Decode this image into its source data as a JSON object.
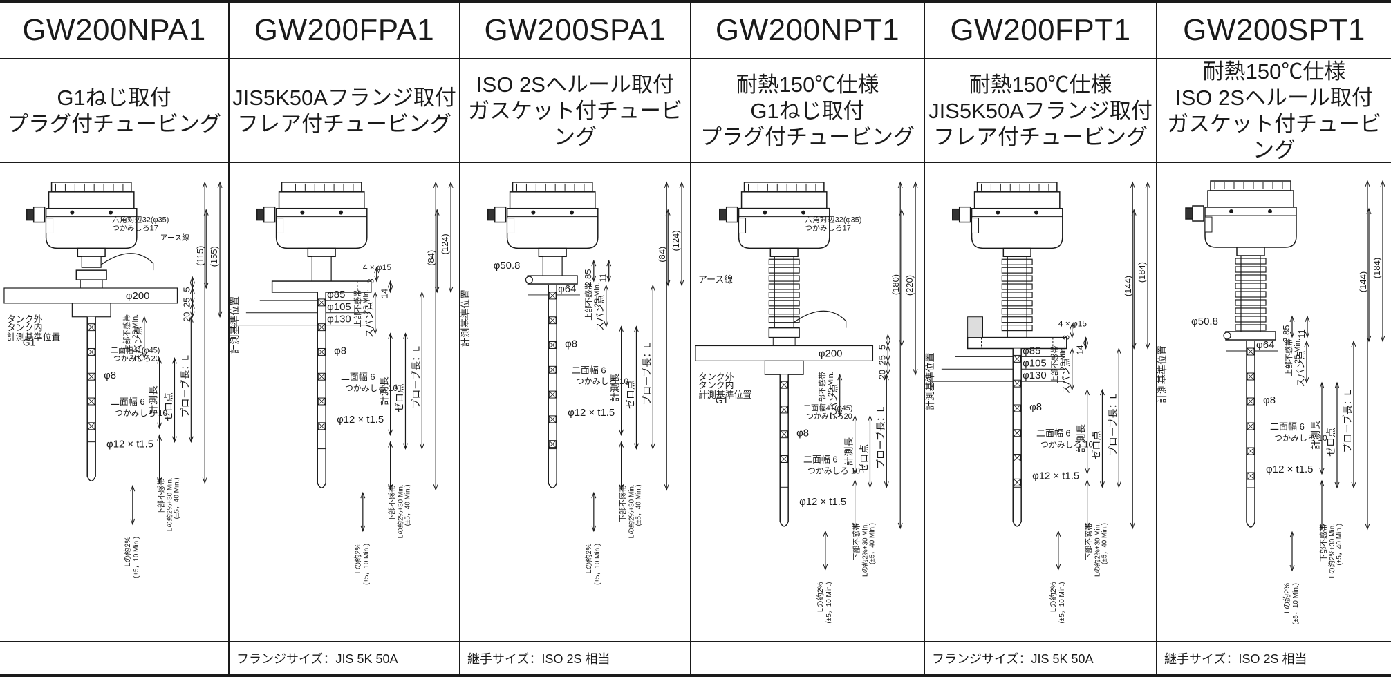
{
  "columns": [
    {
      "model": "GW200NPA1",
      "desc": [
        "G1ねじ取付",
        "プラグ付チュービング"
      ],
      "variant": "screw",
      "temp": false,
      "footnote": ""
    },
    {
      "model": "GW200FPA1",
      "desc": [
        "JIS5K50Aフランジ取付",
        "フレア付チュービング"
      ],
      "variant": "flange",
      "temp": false,
      "footnote": "フランジサイズ：JIS 5K 50A"
    },
    {
      "model": "GW200SPA1",
      "desc": [
        "ISO 2Sヘルール取付",
        "ガスケット付チュービング"
      ],
      "variant": "ferrule",
      "temp": false,
      "footnote": "継手サイズ：ISO 2S 相当"
    },
    {
      "model": "GW200NPT1",
      "desc": [
        "耐熱150℃仕様",
        "G1ねじ取付",
        "プラグ付チュービング"
      ],
      "variant": "screw",
      "temp": true,
      "footnote": ""
    },
    {
      "model": "GW200FPT1",
      "desc": [
        "耐熱150℃仕様",
        "JIS5K50Aフランジ取付",
        "フレア付チュービング"
      ],
      "variant": "flange",
      "temp": true,
      "footnote": "フランジサイズ：JIS 5K 50A"
    },
    {
      "model": "GW200SPT1",
      "desc": [
        "耐熱150℃仕様",
        "ISO 2Sヘルール取付",
        "ガスケット付チュービング"
      ],
      "variant": "ferrule",
      "temp": true,
      "footnote": "継手サイズ：ISO 2S 相当"
    }
  ],
  "labels": {
    "d_155": "(155)",
    "d_115": "(115)",
    "d_124": "(124)",
    "d_84": "(84)",
    "d_220": "(220)",
    "d_180": "(180)",
    "d_184": "(184)",
    "d_144": "(144)",
    "d_5": "5",
    "d_25": "25",
    "d_20": "20",
    "d_3": "3",
    "d_14": "14",
    "d_285": "2.85",
    "d_11": "11",
    "hex": "六角対辺32(φ35)",
    "hex_grip": "つかみしろ17",
    "earth": "アース線",
    "earth2": "アース線",
    "tank_out": "タンク外",
    "tank_in": "タンク内",
    "ref": "計測基準位置",
    "g1": "G1",
    "nimen41": "二面幅41(φ45)",
    "grip20": "つかみしろ20",
    "phi200": "φ200",
    "phi8": "φ8",
    "nimen6": "二面幅 6",
    "grip10": "つかみしろ 10",
    "phi12": "φ12 × t1.5",
    "holes": "4 × φ15",
    "phi85": "φ85",
    "phi105": "φ105",
    "phi130": "φ130",
    "phi508": "φ50.8",
    "phi64": "φ64",
    "upper": "上部不感帯",
    "min25": "25 Min.",
    "span": "スパン点",
    "measure": "計測長",
    "zero": "ゼロ点",
    "probe": "プローブ長：L",
    "lower": "下部不感帯",
    "lower_val": "Lの約2%+30 Min.",
    "lower_sub": "(±5，40 Min.)",
    "l2": "Lの約2%",
    "l2_sub": "(±5，10 Min.)",
    "refvert": "計測基準位置"
  }
}
